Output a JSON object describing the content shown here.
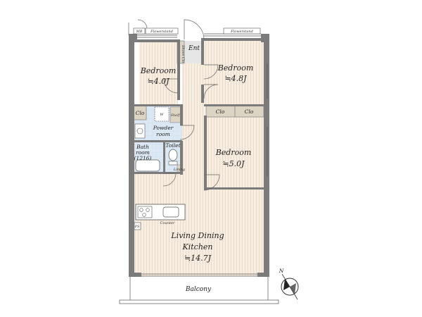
{
  "rooms": {
    "bedroom_west": {
      "name": "Bedroom",
      "size": "≒4.0J"
    },
    "bedroom_east": {
      "name": "Bedroom",
      "size": "≒4.8J"
    },
    "bedroom_south": {
      "name": "Bedroom",
      "size": "≒5.0J"
    },
    "ldk_line1": "Living Dining",
    "ldk_line2": "Kitchen",
    "ldk_size": "≒14.7J",
    "powder_line1": "Powder",
    "powder_line2": "room",
    "bath_line1": "Bath",
    "bath_line2": "room",
    "bath_size": "(1216)",
    "toilet": "Toilet",
    "balcony": "Balcony",
    "entrance": "Ent"
  },
  "fixtures": {
    "shoe_closet": "Shoes Clo",
    "closet_labels": [
      "Clo",
      "Clo",
      "Clo"
    ],
    "washer": "W",
    "shelf": "Shelf",
    "lining": "Lining",
    "counter": "Counter",
    "ps": "PS",
    "mb": "MB",
    "flowerstand_west": "Flowerstand",
    "flowerstand_east": "Flowerstand"
  },
  "compass": {
    "label": "N"
  },
  "colors": {
    "floor_wood": "#f8ede0",
    "floor_stripe": "#eadccb",
    "floor_wet": "#dce8f4",
    "wall": "#7b7b7b",
    "closet": "#dcd5c3"
  }
}
